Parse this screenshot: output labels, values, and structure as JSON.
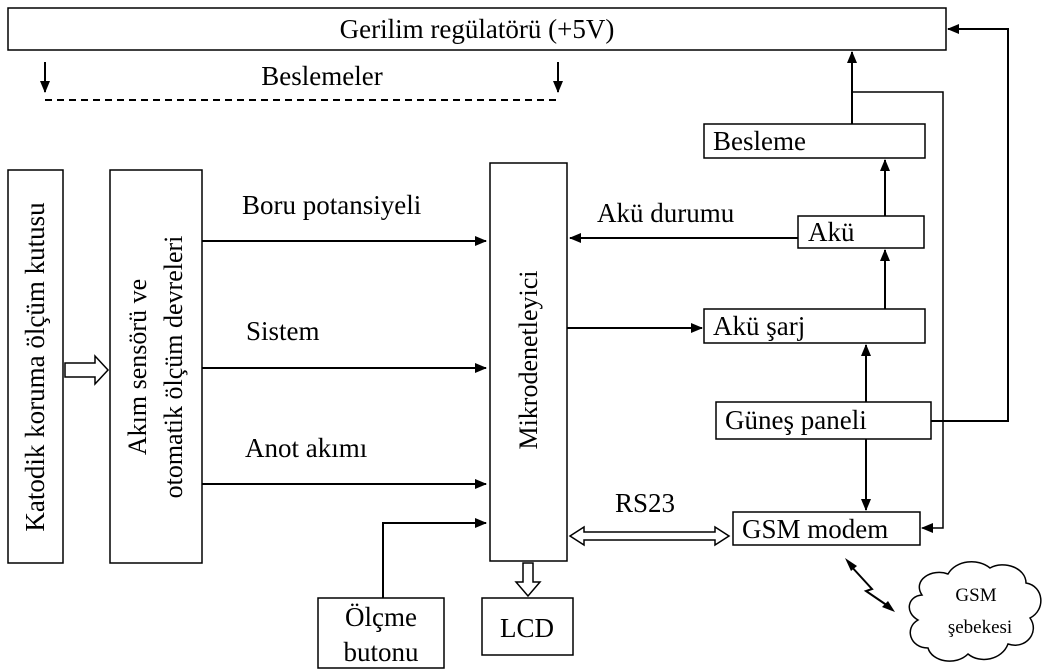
{
  "diagram": {
    "voltage_regulator": "Gerilim regülatörü (+5V)",
    "supplies": "Beslemeler",
    "cathodic_box": "Katodik koruma ölçüm kutusu",
    "sensor_block": {
      "line1": "Akım sensörü ve",
      "line2": "otomatik ölçüm devreleri"
    },
    "microcontroller": "Mikrodenetleyici",
    "pipe_potential": "Boru potansiyeli",
    "system": "Sistem",
    "anode_current": "Anot akımı",
    "battery_status": "Akü durumu",
    "supply": "Besleme",
    "battery": "Akü",
    "battery_charge": "Akü şarj",
    "solar_panel": "Güneş paneli",
    "gsm_modem": "GSM modem",
    "rs_link": "RS23",
    "measure_button": {
      "line1": "Ölçme",
      "line2": "butonu"
    },
    "lcd": "LCD",
    "gsm_network": {
      "line1": "GSM",
      "line2": "şebekesi"
    }
  }
}
